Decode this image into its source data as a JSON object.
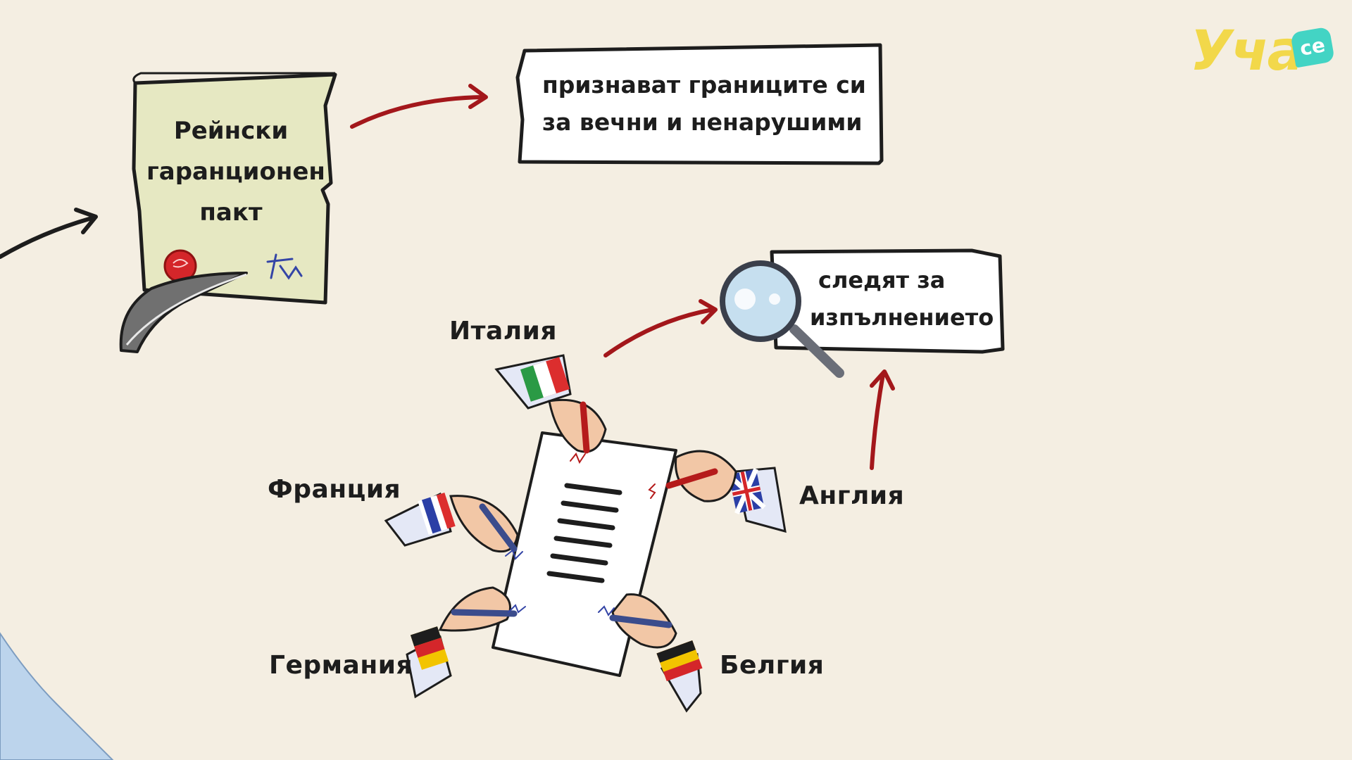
{
  "logo": {
    "main": "Уча",
    "badge": "се"
  },
  "pact": {
    "line1": "Рейнски",
    "line2": "гаранционен",
    "line3": "пакт"
  },
  "box_top": {
    "line1": "признават границите си",
    "line2": "за вечни и ненарушими"
  },
  "box_right": {
    "line1": "следят за",
    "line2": "изпълнението"
  },
  "countries": {
    "italy": "Италия",
    "france": "Франция",
    "germany": "Германия",
    "belgium": "Белгия",
    "england": "Англия"
  },
  "colors": {
    "background": "#f4eee2",
    "scroll": "#e6e8c2",
    "arrow_red": "#a3171b",
    "ink": "#1d1d1d",
    "logo_yellow": "#f2d84a",
    "logo_teal": "#43d4c4"
  }
}
